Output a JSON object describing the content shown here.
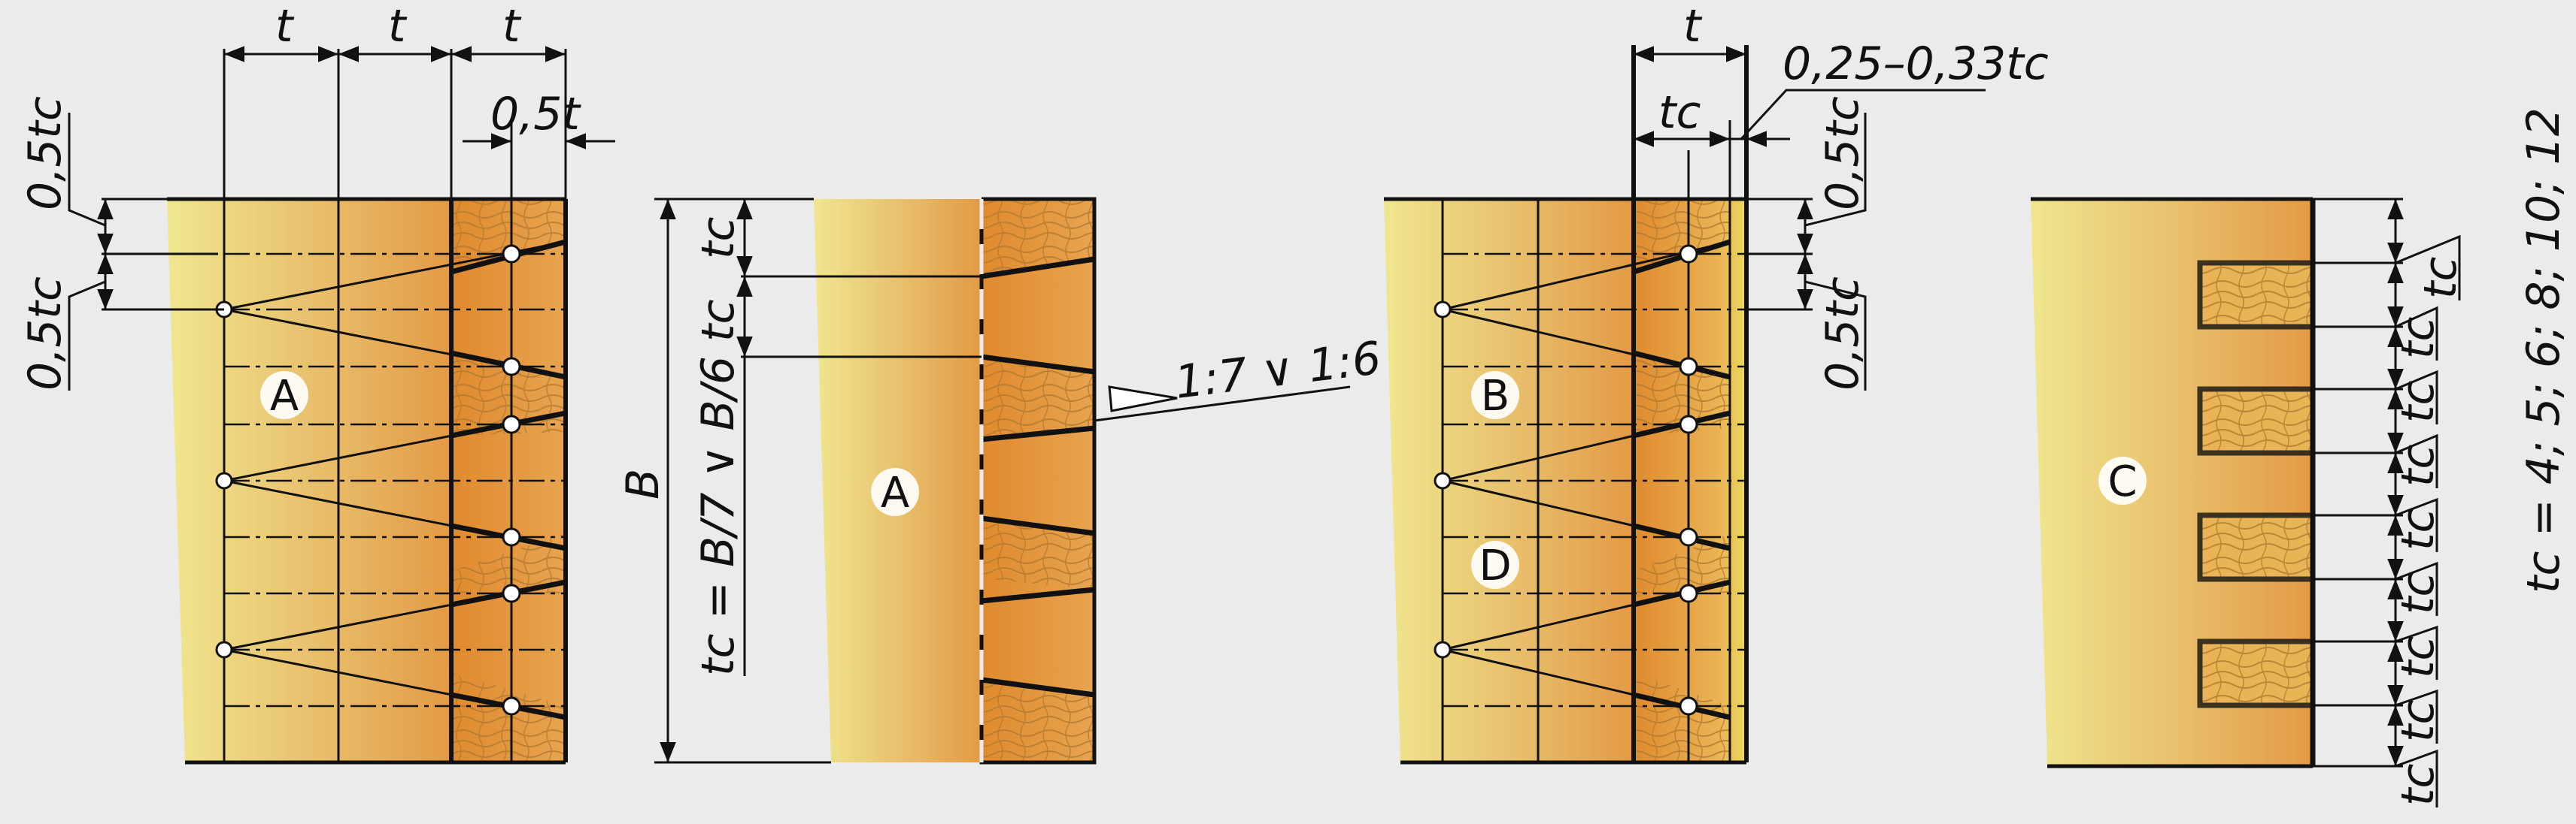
{
  "background": "#ebebeb",
  "colors": {
    "wood_light": "#f0e68f",
    "wood_mid": "#e8bd6a",
    "wood_dark": "#e09135",
    "grain": "#c48a3a",
    "line": "#111111"
  },
  "fig1": {
    "dim_t1": "t",
    "dim_t2": "t",
    "dim_t3": "t",
    "dim_half_t": "0,5t",
    "dim_half_tc_top": "0,5tc",
    "dim_half_tc_bottom": "0,5tc",
    "marker": "A"
  },
  "fig2": {
    "dim_tc1": "tc",
    "dim_tc2": "tc",
    "dim_B": "B",
    "formula": "tc = B/7 ∨ B/6",
    "slope": "1:7 ∨ 1:6",
    "marker": "A"
  },
  "fig3": {
    "dim_t": "t",
    "dim_tc": "tc",
    "dim_gap": "0,25–0,33tc",
    "dim_half_tc_top": "0,5tc",
    "dim_half_tc_bottom": "0,5tc",
    "marker_b": "B",
    "marker_d": "D"
  },
  "fig4": {
    "marker": "C",
    "tc_labels": [
      "tc",
      "tc",
      "tc",
      "tc",
      "tc",
      "tc",
      "tc",
      "tc",
      "tc"
    ],
    "formula": "tc = 4; 5; 6; 8; 10; 12"
  }
}
